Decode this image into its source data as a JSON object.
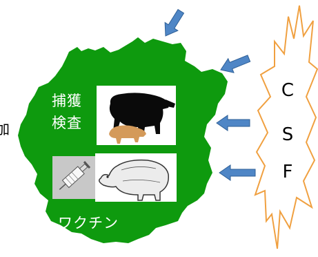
{
  "left_edge_text": "加",
  "labels": {
    "capture_line1": "捕獲",
    "capture_line2": "検査",
    "vaccine": "ワクチン"
  },
  "csf": [
    "C",
    "S",
    "F"
  ],
  "colors": {
    "region_fill": "#0e9a0e",
    "arrow_fill": "#4f86c6",
    "arrow_stroke": "#2e5f96",
    "burst_stroke": "#f0a040",
    "boar": "#0a0a0a",
    "piglet": "#d49a5a"
  },
  "icons": [
    "wild-boar-icon",
    "piglet-icon",
    "syringe-icon",
    "pig-icon"
  ]
}
